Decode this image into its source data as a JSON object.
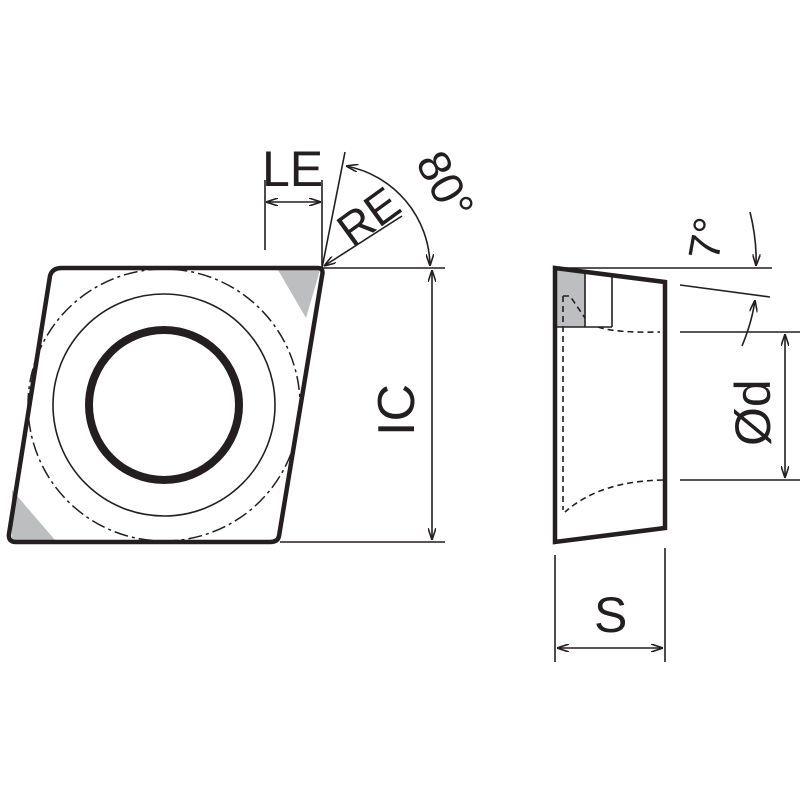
{
  "labels": {
    "le": "LE",
    "re": "RE",
    "angle_nose": "80°",
    "ic": "IC",
    "angle_clearance": "7°",
    "hole_diameter": "Ød",
    "thickness": "S"
  },
  "colors": {
    "line": "#231f20",
    "cutting_tip": "#bcbec0"
  }
}
